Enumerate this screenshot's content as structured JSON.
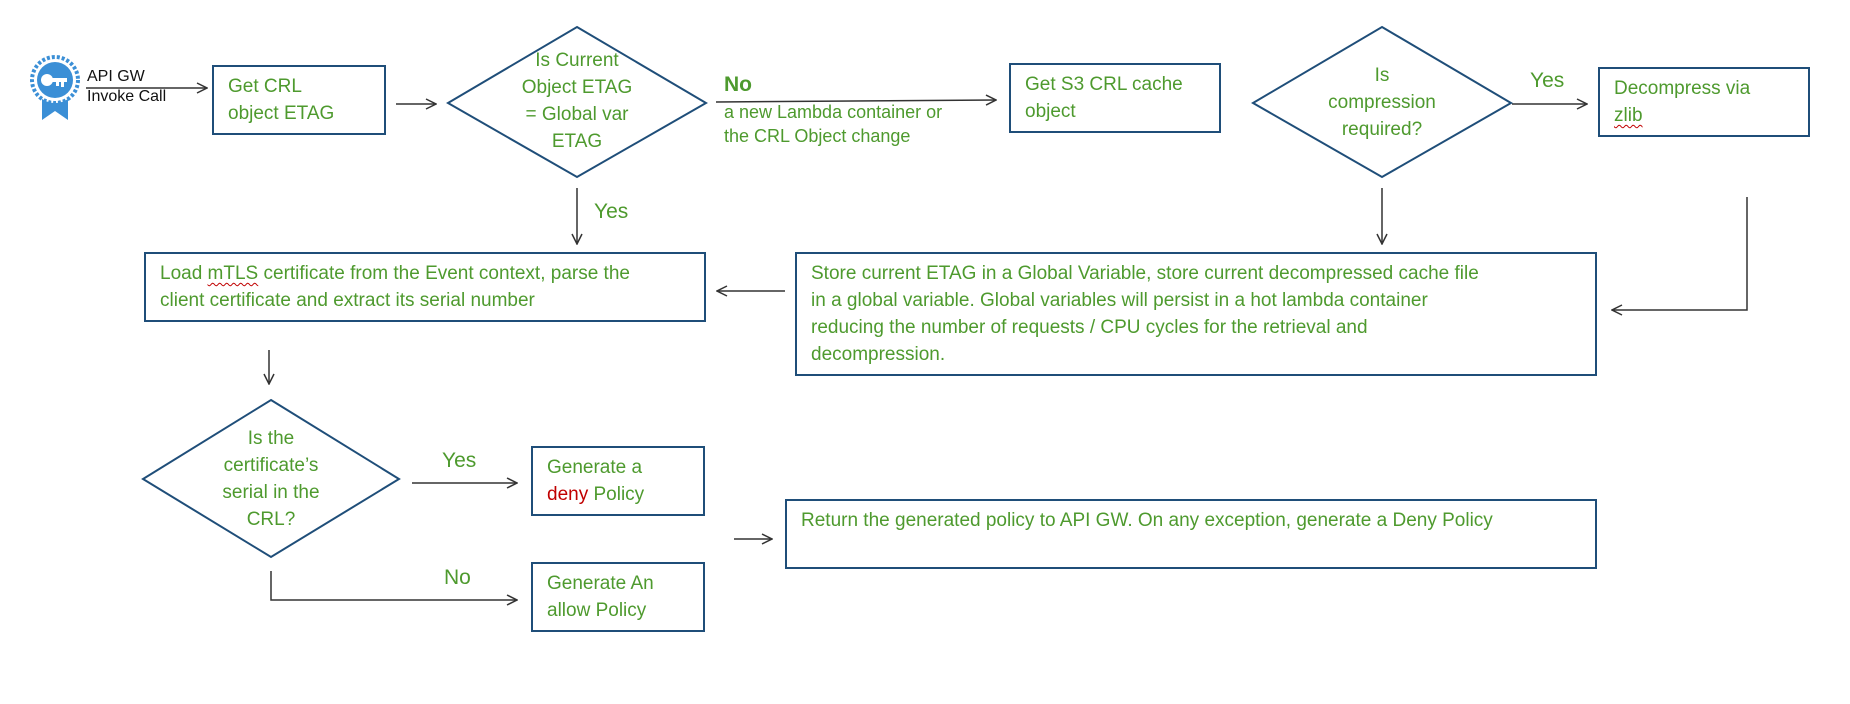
{
  "start": {
    "icon": "certificate-badge-icon",
    "label_line1": "API GW",
    "label_line2": "Invoke Call"
  },
  "nodes": {
    "get_crl_etag": {
      "line1": "Get CRL",
      "line2": "object ETAG"
    },
    "etag_decision": {
      "line1": "Is Current",
      "line2": "Object ETAG",
      "line3": "= Global var",
      "line4": "ETAG"
    },
    "get_s3_cache": {
      "line1": "Get S3 CRL cache",
      "line2": "object"
    },
    "compression_decision": {
      "line1": "Is",
      "line2": "compression",
      "line3": "required?"
    },
    "decompress": {
      "prefix": "Decompress via",
      "word": "zlib"
    },
    "load_mtls": {
      "pre": "Load ",
      "word": "mTLS",
      "post": " certificate from the Event context, parse the",
      "line2": "client certificate and extract its serial number"
    },
    "store_etag": {
      "line1": "Store current ETAG in a Global Variable, store current decompressed cache file",
      "line2": "in a global variable. Global variables will persist in a hot lambda container",
      "line3": "reducing the number of requests / CPU cycles for the retrieval and",
      "line4": "decompression."
    },
    "serial_decision": {
      "line1": "Is the",
      "line2": "certificate’s",
      "line3": "serial in the",
      "line4": "CRL?"
    },
    "deny_policy": {
      "line1": "Generate a",
      "deny": "deny",
      "policy": " Policy"
    },
    "allow_policy": {
      "line1": "Generate An",
      "line2": "allow Policy"
    },
    "return_policy": {
      "text": "Return the generated policy to API GW. On any exception, generate a Deny Policy"
    }
  },
  "edge_labels": {
    "no_etag": "No",
    "no_etag_note_line1": "a new Lambda container or",
    "no_etag_note_line2": "the CRL Object change",
    "yes_etag": "Yes",
    "yes_compression": "Yes",
    "yes_serial": "Yes",
    "no_serial": "No"
  },
  "colors": {
    "text_green": "#4e9a2e",
    "border_blue": "#1f4e79",
    "arrow": "#333333",
    "deny_red": "#c00000",
    "badge_blue": "#3b8fd6"
  }
}
